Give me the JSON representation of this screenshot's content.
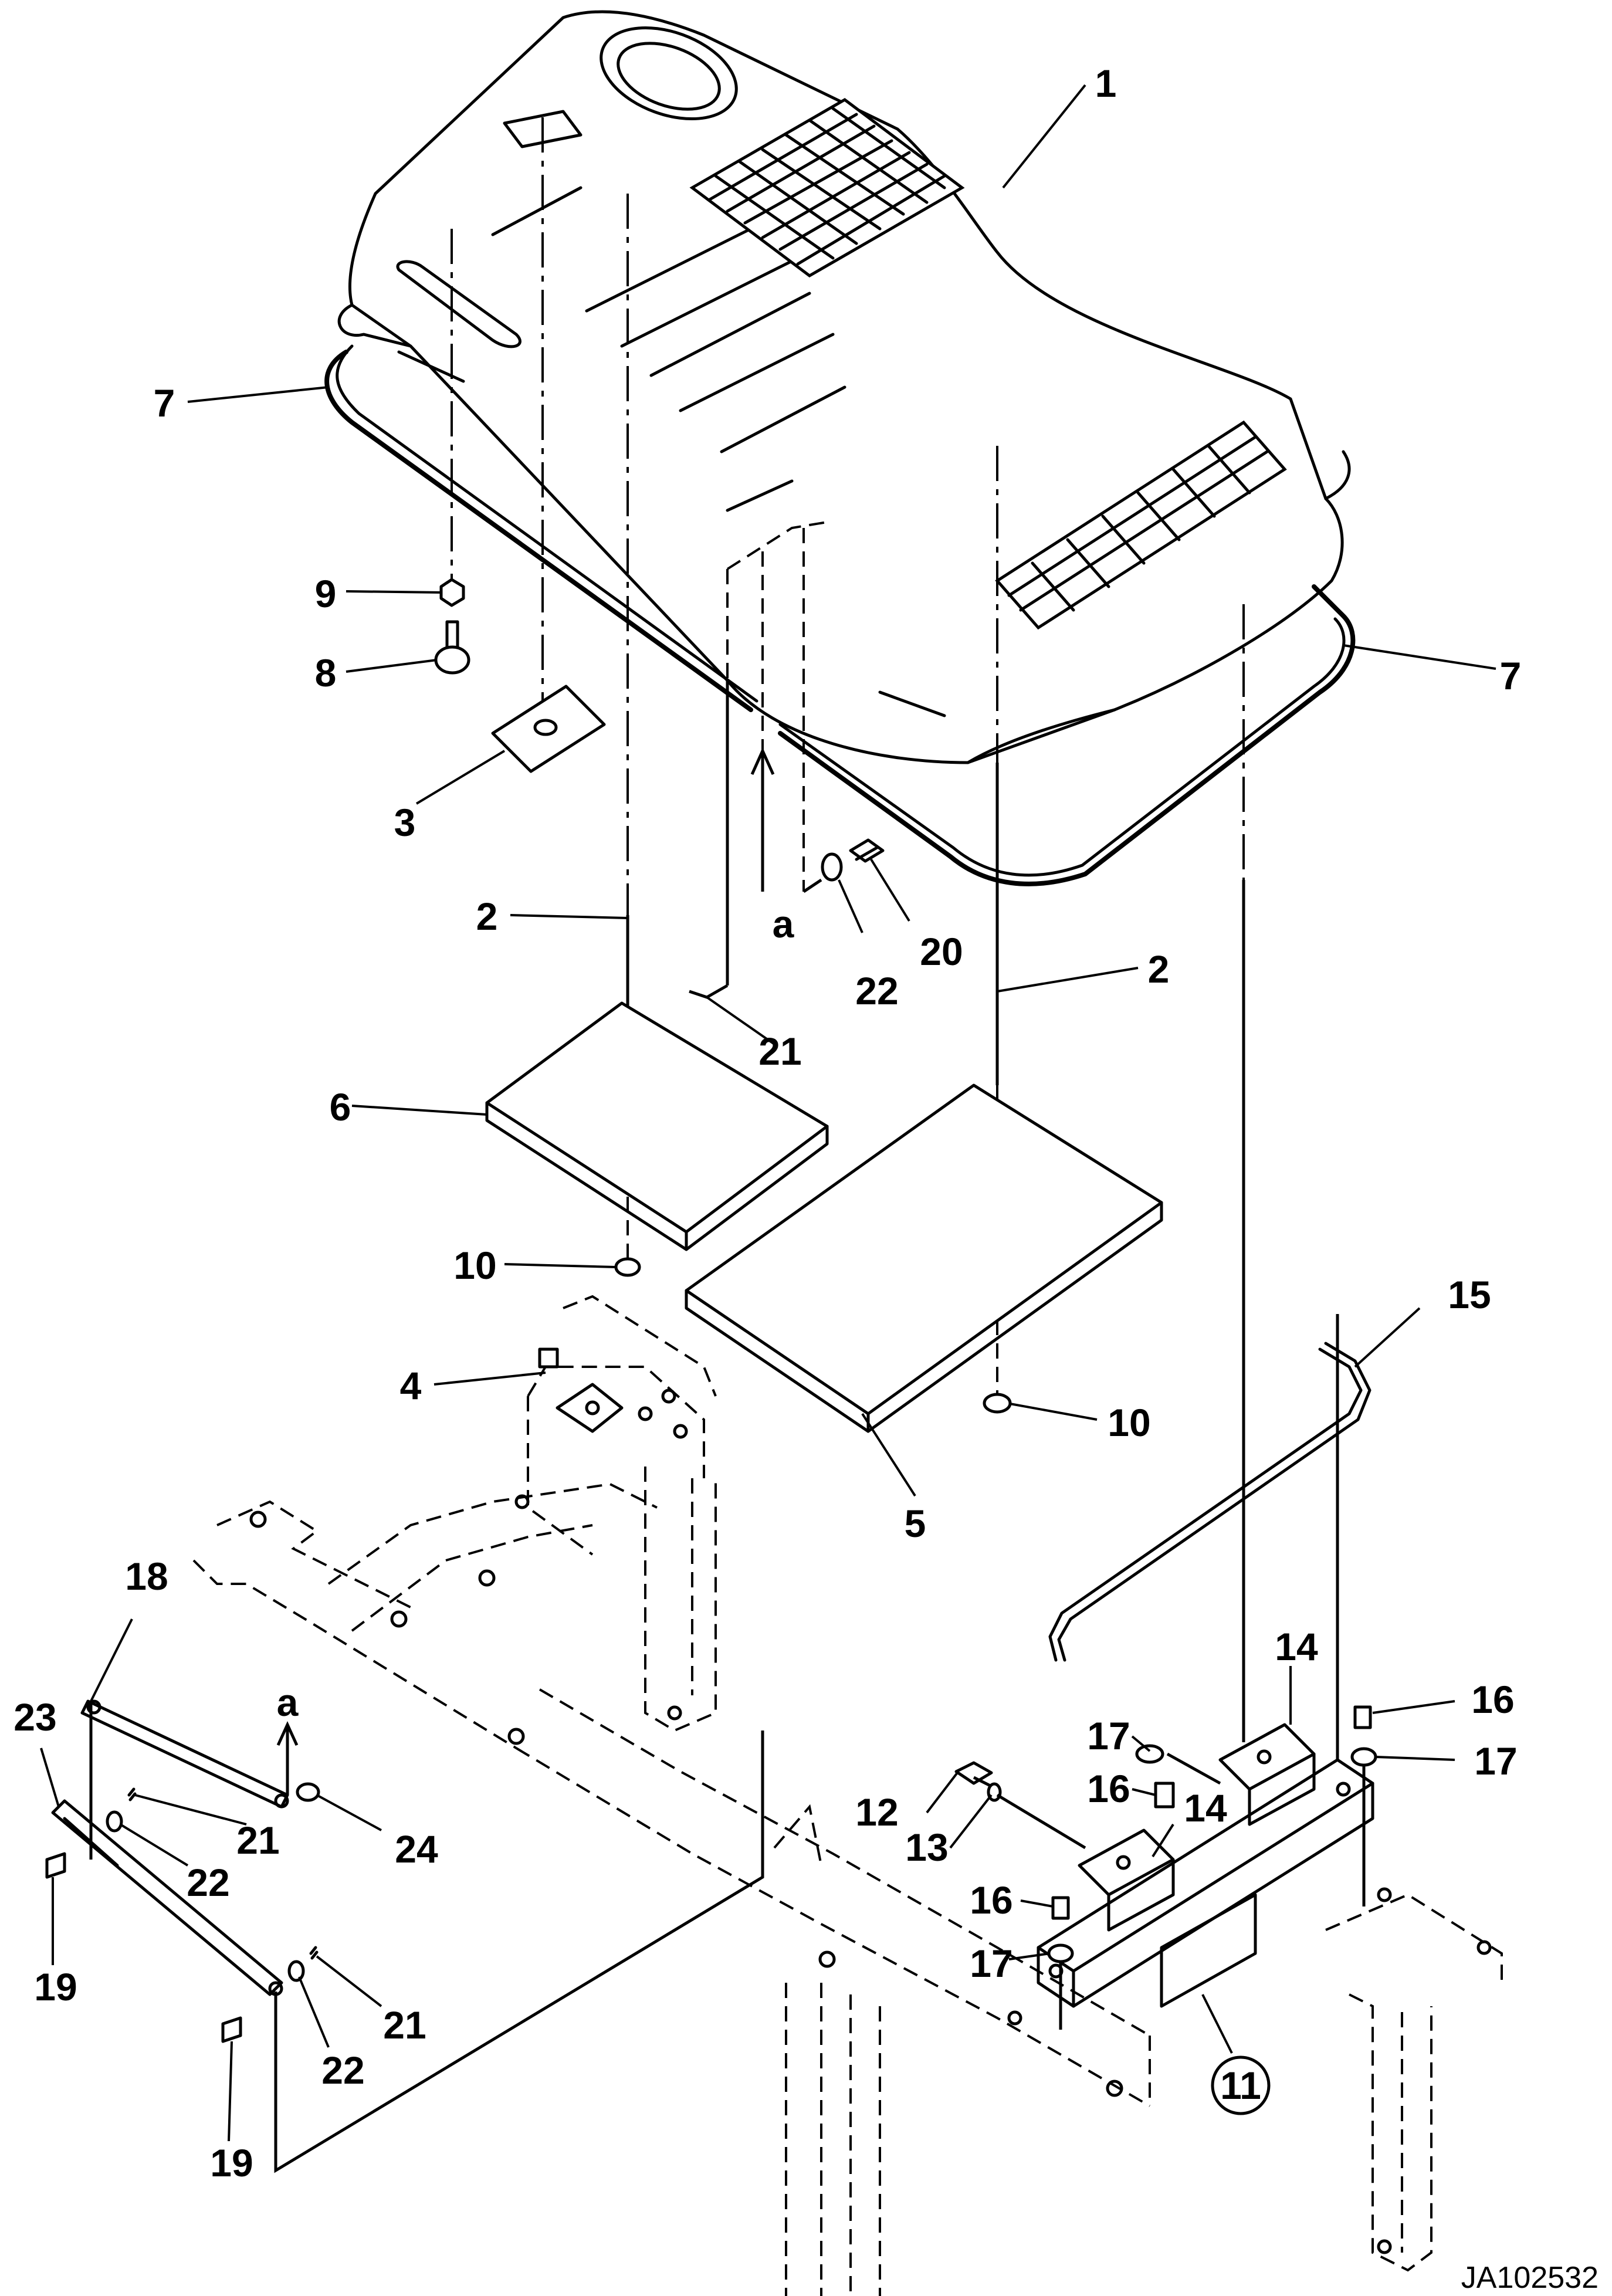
{
  "drawing": {
    "code": "JA102532",
    "callouts": [
      {
        "id": "c1",
        "text": "1"
      },
      {
        "id": "c2a",
        "text": "2"
      },
      {
        "id": "c2b",
        "text": "2"
      },
      {
        "id": "c3",
        "text": "3"
      },
      {
        "id": "c4",
        "text": "4"
      },
      {
        "id": "c5",
        "text": "5"
      },
      {
        "id": "c6",
        "text": "6"
      },
      {
        "id": "c7a",
        "text": "7"
      },
      {
        "id": "c7b",
        "text": "7"
      },
      {
        "id": "c8",
        "text": "8"
      },
      {
        "id": "c9",
        "text": "9"
      },
      {
        "id": "c10a",
        "text": "10"
      },
      {
        "id": "c10b",
        "text": "10"
      },
      {
        "id": "c11",
        "text": "11"
      },
      {
        "id": "c12",
        "text": "12"
      },
      {
        "id": "c13",
        "text": "13"
      },
      {
        "id": "c14a",
        "text": "14"
      },
      {
        "id": "c14b",
        "text": "14"
      },
      {
        "id": "c15",
        "text": "15"
      },
      {
        "id": "c16a",
        "text": "16"
      },
      {
        "id": "c16b",
        "text": "16"
      },
      {
        "id": "c16c",
        "text": "16"
      },
      {
        "id": "c17a",
        "text": "17"
      },
      {
        "id": "c17b",
        "text": "17"
      },
      {
        "id": "c17c",
        "text": "17"
      },
      {
        "id": "c18",
        "text": "18"
      },
      {
        "id": "c19a",
        "text": "19"
      },
      {
        "id": "c19b",
        "text": "19"
      },
      {
        "id": "c20",
        "text": "20"
      },
      {
        "id": "c21a",
        "text": "21"
      },
      {
        "id": "c21b",
        "text": "21"
      },
      {
        "id": "c21c",
        "text": "21"
      },
      {
        "id": "c22a",
        "text": "22"
      },
      {
        "id": "c22b",
        "text": "22"
      },
      {
        "id": "c22c",
        "text": "22"
      },
      {
        "id": "c23",
        "text": "23"
      },
      {
        "id": "c24",
        "text": "24"
      }
    ],
    "refs": [
      {
        "id": "ra1",
        "text": "a"
      },
      {
        "id": "ra2",
        "text": "a"
      }
    ]
  }
}
